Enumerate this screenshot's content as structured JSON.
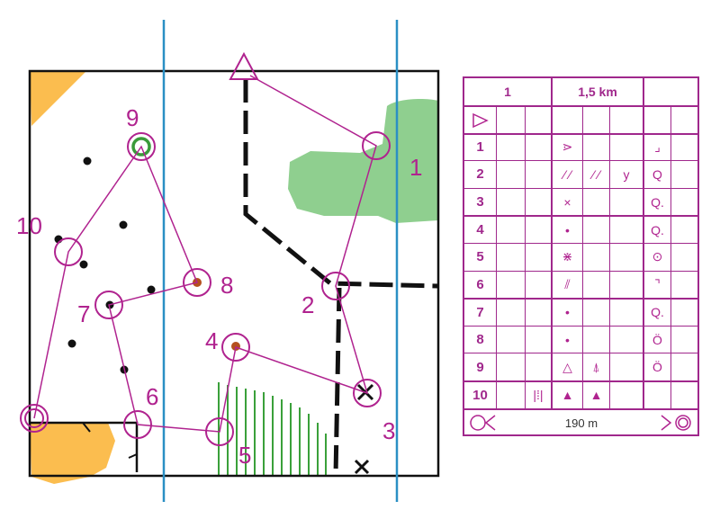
{
  "colors": {
    "course": "#b0238f",
    "water_line": "#2a8fc4",
    "green": "#8fcf8f",
    "open_land": "#fbbd4f",
    "track": "#111111",
    "brown_dot": "#b4501e",
    "green_circle": "#3a9a3a"
  },
  "map": {
    "start_symbol": "triangle",
    "controls": [
      {
        "id": "1",
        "label": "1"
      },
      {
        "id": "2",
        "label": "2"
      },
      {
        "id": "3",
        "label": "3"
      },
      {
        "id": "4",
        "label": "4"
      },
      {
        "id": "5",
        "label": "5"
      },
      {
        "id": "6",
        "label": "6"
      },
      {
        "id": "7",
        "label": "7"
      },
      {
        "id": "8",
        "label": "8"
      },
      {
        "id": "9",
        "label": "9"
      },
      {
        "id": "10",
        "label": "10"
      }
    ],
    "finish_symbol": "double-circle"
  },
  "description_sheet": {
    "header": {
      "course": "1",
      "length": "1,5 km",
      "climb": ""
    },
    "start_row": {
      "symbol": "start-triangle-icon"
    },
    "rows": [
      {
        "num": "1",
        "feature": "⋗",
        "feature_extra": "",
        "detail": "",
        "position": "⌟"
      },
      {
        "num": "2",
        "feature": "⁄ ⁄",
        "feature_extra": "⁄ ⁄",
        "detail": "y",
        "position": "Q"
      },
      {
        "num": "3",
        "feature": "×",
        "feature_extra": "",
        "detail": "",
        "position": "Q."
      },
      {
        "num": "4",
        "feature": "•",
        "feature_extra": "",
        "detail": "",
        "position": "Q."
      },
      {
        "num": "5",
        "feature": "⋇",
        "feature_extra": "",
        "detail": "",
        "position": "⊙"
      },
      {
        "num": "6",
        "feature": "⫽",
        "feature_extra": "",
        "detail": "",
        "position": "⌝"
      },
      {
        "num": "7",
        "feature": "•",
        "feature_extra": "",
        "detail": "",
        "position": "Q."
      },
      {
        "num": "8",
        "feature": "•",
        "feature_extra": "",
        "detail": "",
        "position": "Ö"
      },
      {
        "num": "9",
        "feature": "△",
        "feature_extra": "⍋",
        "detail": "",
        "position": "Ö"
      },
      {
        "num": "10",
        "feature": "▲",
        "feature_extra": "▲",
        "detail": "",
        "position": "",
        "feature_pre": "|⁞|"
      }
    ],
    "finish_row": {
      "distance": "190 m"
    }
  }
}
